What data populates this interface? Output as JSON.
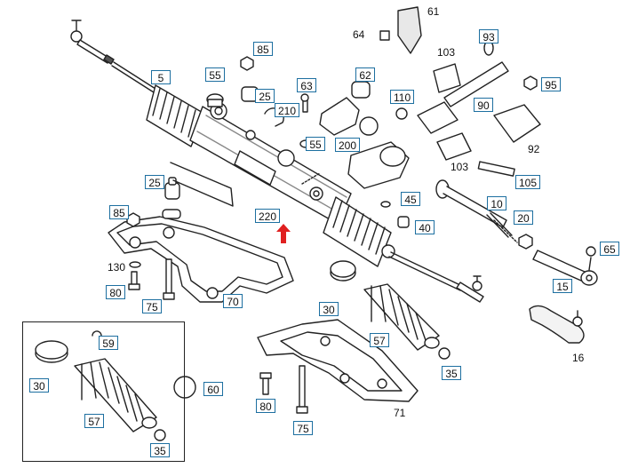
{
  "diagram": {
    "callouts": [
      {
        "id": "c-85-top",
        "label": "85"
      },
      {
        "id": "c-5",
        "label": "5"
      },
      {
        "id": "c-55-top",
        "label": "55"
      },
      {
        "id": "c-25-mid",
        "label": "25"
      },
      {
        "id": "c-63",
        "label": "63"
      },
      {
        "id": "c-210",
        "label": "210"
      },
      {
        "id": "c-62",
        "label": "62"
      },
      {
        "id": "c-55-mid",
        "label": "55"
      },
      {
        "id": "c-200",
        "label": "200"
      },
      {
        "id": "c-110",
        "label": "110"
      },
      {
        "id": "c-93",
        "label": "93"
      },
      {
        "id": "c-95",
        "label": "95"
      },
      {
        "id": "c-90",
        "label": "90"
      },
      {
        "id": "c-25-left",
        "label": "25"
      },
      {
        "id": "c-105",
        "label": "105"
      },
      {
        "id": "c-85-left",
        "label": "85"
      },
      {
        "id": "c-220",
        "label": "220"
      },
      {
        "id": "c-45",
        "label": "45"
      },
      {
        "id": "c-10",
        "label": "10"
      },
      {
        "id": "c-20",
        "label": "20"
      },
      {
        "id": "c-40",
        "label": "40"
      },
      {
        "id": "c-65",
        "label": "65"
      },
      {
        "id": "c-80-left",
        "label": "80"
      },
      {
        "id": "c-70",
        "label": "70"
      },
      {
        "id": "c-75-left",
        "label": "75"
      },
      {
        "id": "c-15",
        "label": "15"
      },
      {
        "id": "c-30-mid",
        "label": "30"
      },
      {
        "id": "c-57-mid",
        "label": "57"
      },
      {
        "id": "c-59",
        "label": "59"
      },
      {
        "id": "c-35-mid",
        "label": "35"
      },
      {
        "id": "c-30-inset",
        "label": "30"
      },
      {
        "id": "c-60",
        "label": "60"
      },
      {
        "id": "c-57-inset",
        "label": "57"
      },
      {
        "id": "c-80-bottom",
        "label": "80"
      },
      {
        "id": "c-75-bottom",
        "label": "75"
      },
      {
        "id": "c-35-inset",
        "label": "35"
      }
    ],
    "plain_labels": [
      {
        "id": "p-61",
        "label": "61"
      },
      {
        "id": "p-64",
        "label": "64"
      },
      {
        "id": "p-103-top",
        "label": "103"
      },
      {
        "id": "p-92",
        "label": "92"
      },
      {
        "id": "p-103-mid",
        "label": "103"
      },
      {
        "id": "p-130",
        "label": "130"
      },
      {
        "id": "p-16",
        "label": "16"
      },
      {
        "id": "p-71",
        "label": "71"
      }
    ],
    "colors": {
      "line": "#222222",
      "callout_border": "#1d6fa0",
      "marker": "#e02020",
      "fill": "#ffffff",
      "shade": "#cfcfcf"
    }
  }
}
